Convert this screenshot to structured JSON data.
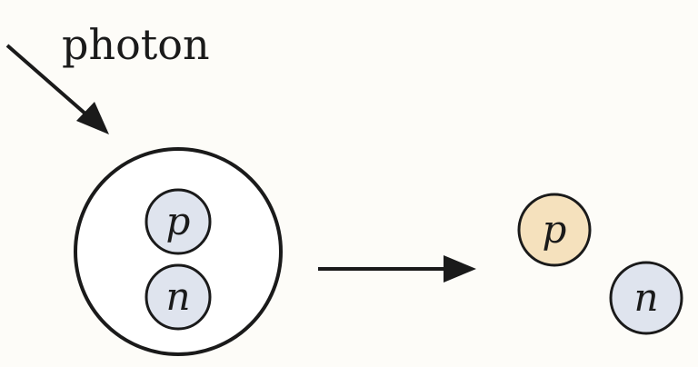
{
  "diagram": {
    "photon_label": "photon",
    "nucleus": {
      "particles": [
        {
          "symbol": "p",
          "color": "#dfe4ee"
        },
        {
          "symbol": "n",
          "color": "#dfe4ee"
        }
      ]
    },
    "products": {
      "proton": {
        "symbol": "p",
        "color": "#f5e1bd"
      },
      "neutron": {
        "symbol": "n",
        "color": "#dfe4ee"
      }
    },
    "colors": {
      "stroke": "#1a1a1a",
      "background": "#fdfcf8"
    }
  }
}
